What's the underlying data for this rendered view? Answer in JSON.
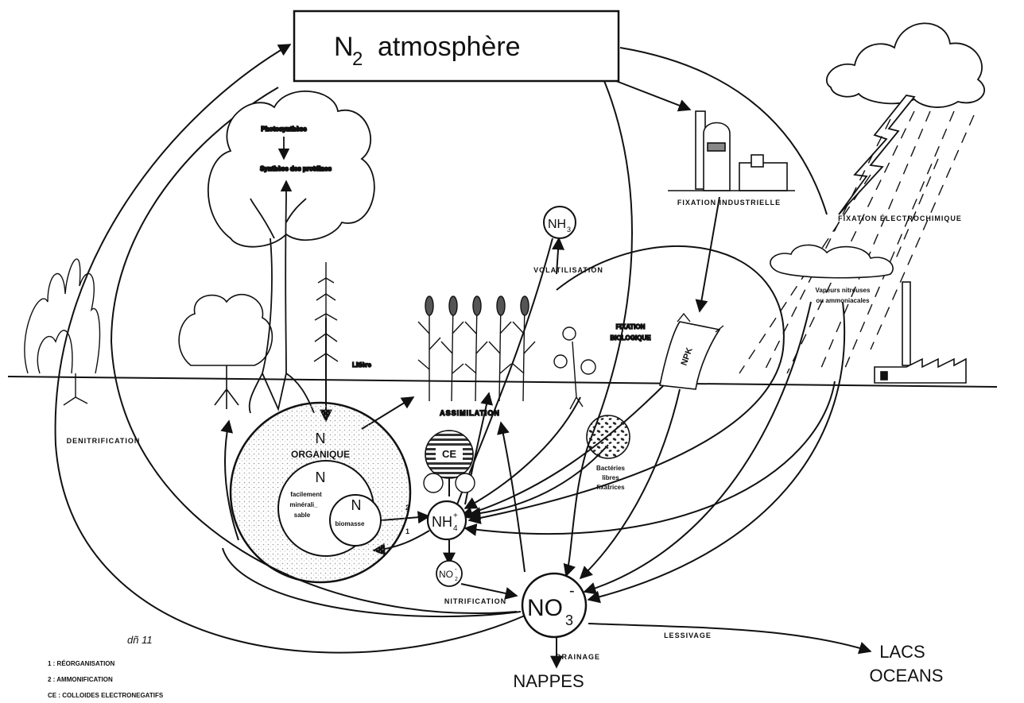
{
  "title_box": {
    "n2": "N",
    "sub": "2",
    "word": "atmosphère"
  },
  "tree": {
    "photosynthese": "Photosynthèse",
    "synthese": "Synthèse des protéines"
  },
  "labels": {
    "litiere": "Litière",
    "volatilisation": "VOLATILISATION",
    "fixation_biologique_1": "FIXATION",
    "fixation_biologique_2": "BIOLOGIQUE",
    "fixation_industrielle": "FIXATION INDUSTRIELLE",
    "fixation_electrochimique": "FIXATION ÉLECTROCHIMIQUE",
    "vapeurs_1": "Vapeurs nitreuses",
    "vapeurs_2": "ou ammoniacales",
    "assimilation": "ASSIMILATION",
    "denitrification": "DENITRIFICATION",
    "bacteries_1": "Bactéries",
    "bacteries_2": "libres",
    "bacteries_3": "fixatrices",
    "nitrification": "NITRIFICATION",
    "lessivage": "LESSIVAGE",
    "drainage": "DRAINAGE",
    "nappes": "NAPPES",
    "lacs": "LACS",
    "oceans": "OCEANS",
    "npk": "NPK",
    "ce": "CE",
    "num1": "1",
    "num2": "2"
  },
  "pools": {
    "n_org": "N",
    "organique": "ORGANIQUE",
    "n_min": "N",
    "min_1": "facilement",
    "min_2": "minérali_",
    "min_3": "sable",
    "n_bio": "N",
    "biomasse": "biomasse"
  },
  "ions": {
    "nh3": "NH",
    "nh3_sub": "3",
    "nh4": "NH",
    "nh4_sub": "4",
    "nh4_sup": "+",
    "no2": "NO",
    "no2_sub": "2",
    "no2_sup": "-",
    "no3": "NO",
    "no3_sub": "3",
    "no3_sup": "-"
  },
  "legend": {
    "signature": "dñ 11",
    "l1": "1 : RÉORGANISATION",
    "l2": "2 : AMMONIFICATION",
    "l3": "CE : COLLOIDES ELECTRONEGATIFS"
  }
}
